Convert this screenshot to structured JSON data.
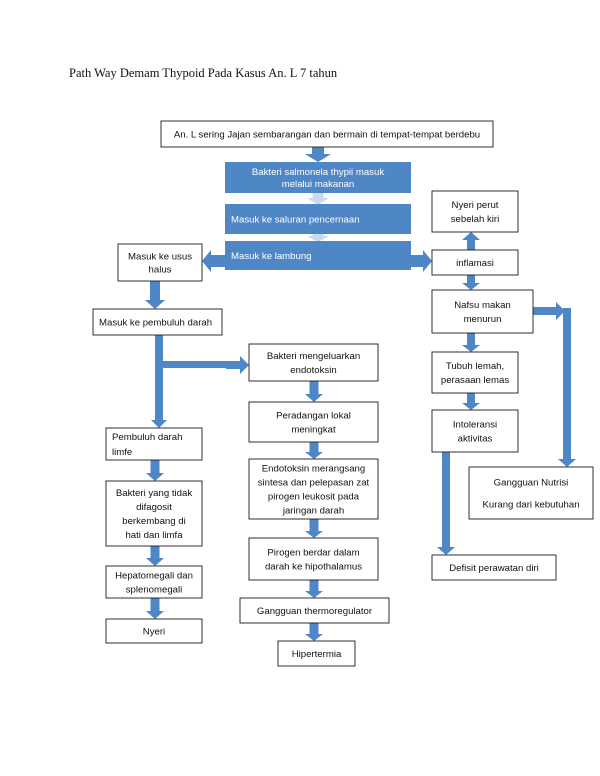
{
  "title": "Path Way Demam Thypoid Pada Kasus An. L 7 tahun",
  "nodes": {
    "n_cause": [
      "An. L sering Jajan sembarangan dan bermain di tempat-tempat berdebu"
    ],
    "n_bacteria": [
      "Bakteri salmonela thypii masuk",
      "melalui makanan"
    ],
    "n_digestive": [
      "Masuk ke saluran pencernaan"
    ],
    "n_stomach": [
      "Masuk ke lambung"
    ],
    "n_intestine": [
      "Masuk ke usus",
      "halus"
    ],
    "n_blood": [
      "Masuk ke pembuluh darah"
    ],
    "n_endotoxin": [
      "Bakteri mengeluarkan",
      "endotoksin"
    ],
    "n_lymph": [
      "Pembuluh darah",
      "limfe"
    ],
    "n_inflammation_local": [
      "Peradangan lokal",
      "meningkat"
    ],
    "n_not_phagocytosed": [
      "Bakteri yang tidak",
      "difagosit",
      "berkembang di",
      "hati dan limfa"
    ],
    "n_endotoxin_stim": [
      "Endotoksin merangsang",
      "sintesa dan pelepasan zat",
      "pirogen leukosit pada",
      "jaringan darah"
    ],
    "n_hepato": [
      "Hepatomegali dan",
      "splenomegali"
    ],
    "n_pyrogen": [
      "Pirogen berdar dalam",
      "darah ke hipothalamus"
    ],
    "n_pain": [
      "Nyeri"
    ],
    "n_thermo": [
      "Gangguan thermoregulator"
    ],
    "n_hyperthermia": [
      "Hipertermia"
    ],
    "n_abd_pain": [
      "Nyeri perut",
      "sebelah kiri"
    ],
    "n_inflamasi": [
      "inflamasi"
    ],
    "n_appetite": [
      "Nafsu makan",
      "menurun"
    ],
    "n_weak": [
      "Tubuh lemah,",
      "perasaan lemas"
    ],
    "n_intolerance": [
      "Intoleransi",
      "aktivitas"
    ],
    "n_nutrition": [
      "Gangguan Nutrisi",
      "Kurang dari kebutuhan"
    ],
    "n_selfcare": [
      "Defisit perawatan diri"
    ]
  },
  "colors": {
    "arrow": "#4f86c6",
    "filled_box": "#4f86c6",
    "box_border": "#1a1a1a",
    "text": "#111111"
  }
}
